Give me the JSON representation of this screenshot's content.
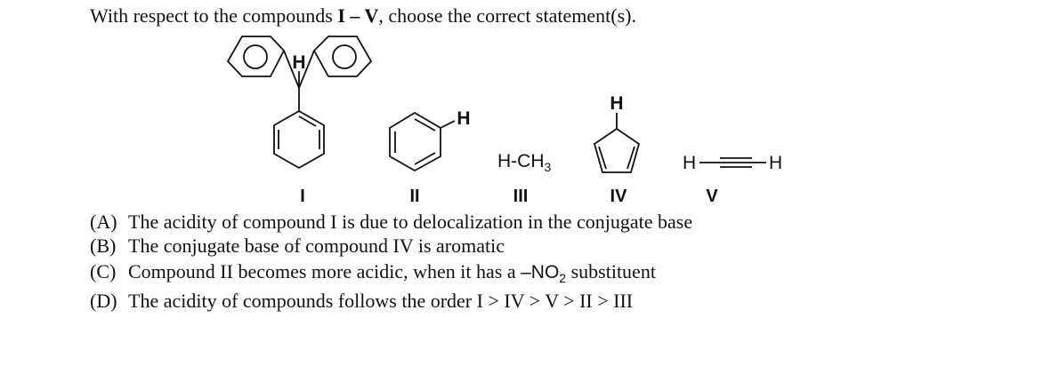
{
  "question": {
    "prefix": "With respect to the compounds ",
    "range_bold": "I – V",
    "suffix": ", choose the correct statement(s)."
  },
  "structures": {
    "h_atom": "H",
    "methane_label": "H-CH",
    "methane_subscript": "3",
    "labels": [
      "I",
      "II",
      "III",
      "IV",
      "V"
    ]
  },
  "options": [
    {
      "letter": "(A)",
      "text": "The acidity of compound I is due to delocalization in the conjugate base"
    },
    {
      "letter": "(B)",
      "text": "The conjugate base of compound IV is aromatic"
    },
    {
      "letter": "(C)",
      "text_before": "Compound II becomes more acidic, when it has a ",
      "group": "–NO",
      "group_subscript": "2",
      "text_after": " substituent"
    },
    {
      "letter": "(D)",
      "text": "The acidity of compounds follows the order I > IV > V > II > III"
    }
  ]
}
